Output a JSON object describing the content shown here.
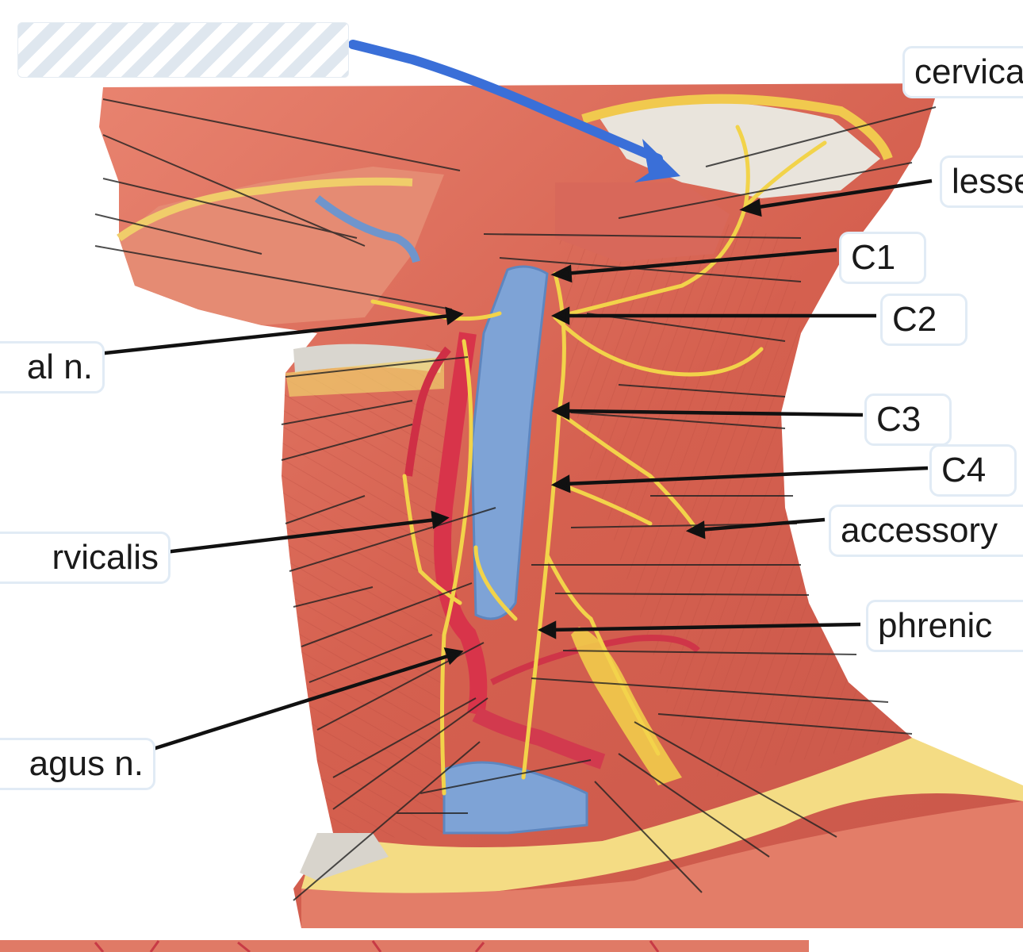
{
  "diagram": {
    "hidden_answer_box": "",
    "labels": {
      "cervical": "cervica",
      "lesser": "lesse",
      "c1": "C1",
      "c2": "C2",
      "c3": "C3",
      "c4": "C4",
      "accessory": "accessory",
      "phrenic": "phrenic",
      "auricular": "al n.",
      "ansa": "rvicalis",
      "vagus": "agus n."
    }
  },
  "colors": {
    "muscle": "#d9695a",
    "muscle_dark": "#b84a3f",
    "nerve": "#f2d34a",
    "vein": "#7ea3d6",
    "artery": "#d8344a",
    "pointer": "#3a6fd8",
    "leader": "#111111"
  }
}
